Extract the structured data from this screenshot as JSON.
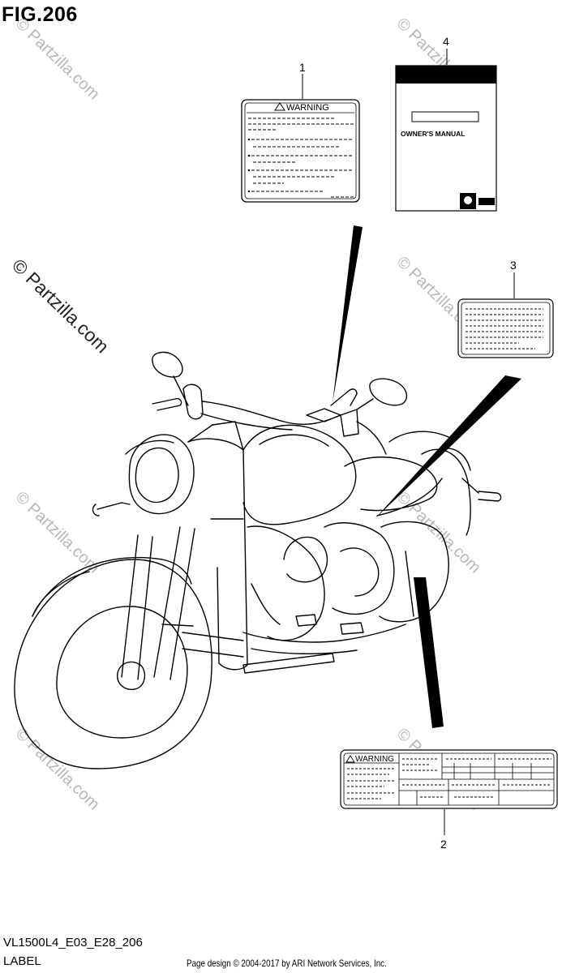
{
  "figure": {
    "title": "FIG.206",
    "model_code": "VL1500L4_E03_E28_206",
    "section_label": "LABEL",
    "page_credit": "Page design © 2004-2017 by ARI Network Services, Inc."
  },
  "watermark": {
    "text": "© Partzilla.com"
  },
  "callouts": [
    {
      "number": "1",
      "part": "warning-label"
    },
    {
      "number": "2",
      "part": "warning-label-table"
    },
    {
      "number": "3",
      "part": "info-label"
    },
    {
      "number": "4",
      "part": "owners-manual"
    }
  ],
  "parts": {
    "warning_label": {
      "heading": "WARNING"
    },
    "warning_table": {
      "heading": "WARNING"
    },
    "manual": {
      "title": "OWNER'S MANUAL"
    }
  }
}
